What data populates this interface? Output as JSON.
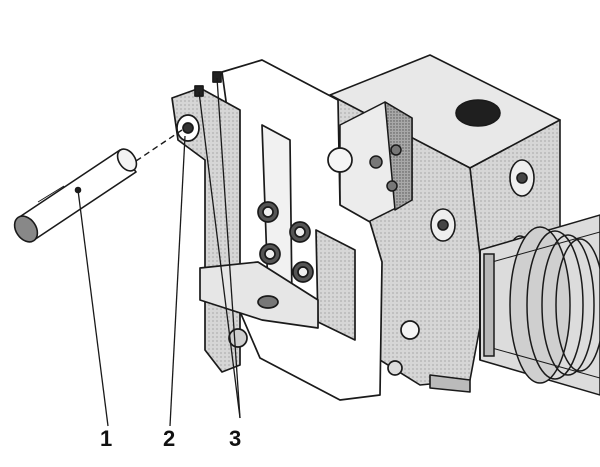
{
  "callouts": [
    {
      "id": "1",
      "label": "1"
    },
    {
      "id": "2",
      "label": "2"
    },
    {
      "id": "3",
      "label": "3"
    }
  ],
  "colors": {
    "ink": "#1a1a1a",
    "shade_light": "#e4e4e4",
    "shade_mid": "#c8c8c8",
    "shade_dark": "#9a9a9a",
    "paper": "#ffffff"
  },
  "icons": [
    "fixing-pin-icon",
    "bracket-icon",
    "clamping-body-icon",
    "cylinder-icon"
  ]
}
